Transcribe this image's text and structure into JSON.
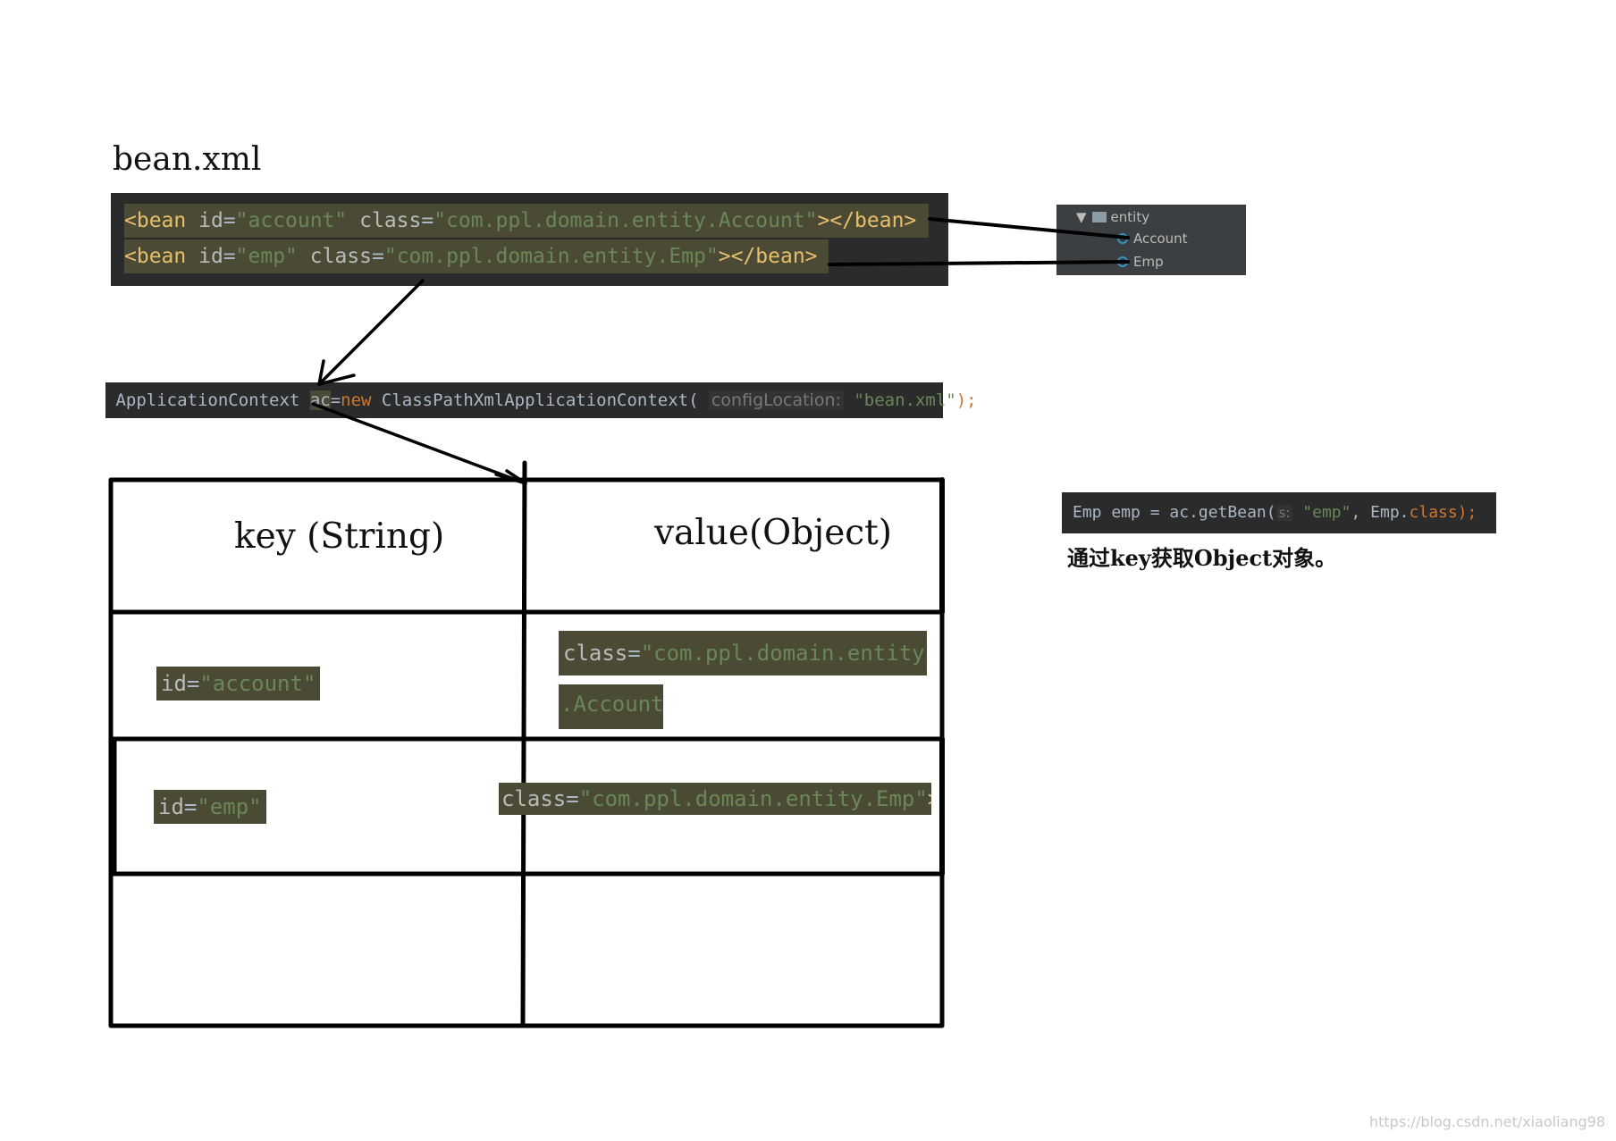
{
  "title": "bean.xml",
  "xml": {
    "line1": [
      "<bean",
      " id",
      "=",
      "\"account\"",
      " class",
      "=",
      "\"com.ppl.domain.entity.Account\"",
      "></bean>"
    ],
    "line2": [
      "<bean",
      " id",
      "=",
      "\"emp\"",
      " class",
      "=",
      "\"com.ppl.domain.entity.Emp\"",
      "></bean>"
    ]
  },
  "tree": {
    "folder": "entity",
    "items": [
      "Account",
      "Emp"
    ]
  },
  "context_line": {
    "type": "ApplicationContext",
    "var": "ac",
    "eq": "=",
    "new_kw": "new",
    "ctor": " ClassPathXmlApplicationContext(",
    "hint": "configLocation:",
    "arg": "\"bean.xml\"",
    "end": ");"
  },
  "getbean_line": {
    "lhs": "Emp emp = ac.getBean(",
    "hint": "s:",
    "arg": "\"emp\"",
    "comma": ", Emp.",
    "class_kw": "class",
    "end": ");"
  },
  "caption": "通过key获取Object对象。",
  "table": {
    "header_key": "key (String)",
    "header_value": "value(Object)",
    "rows": [
      {
        "key_attr": "id",
        "key_eq": "=",
        "key_val": "\"account\"",
        "val_attr": "class",
        "val_eq": "=",
        "val_part1": "\"com.ppl.domain.entity",
        "val_part2": ".Account\""
      },
      {
        "key_attr": "id",
        "key_eq": "=",
        "key_val": "\"emp\"",
        "val_attr": "class",
        "val_eq": "=",
        "val_str": "\"com.ppl.domain.entity.Emp\"",
        "val_tail": ">"
      }
    ]
  },
  "colors": {
    "code_bg": "#2b2b2b",
    "highlight_bg": "#4a4a35",
    "tag": "#e8bf6a",
    "string": "#6a8759",
    "keyword": "#cc7832"
  },
  "watermark": "https://blog.csdn.net/xiaoliang98"
}
